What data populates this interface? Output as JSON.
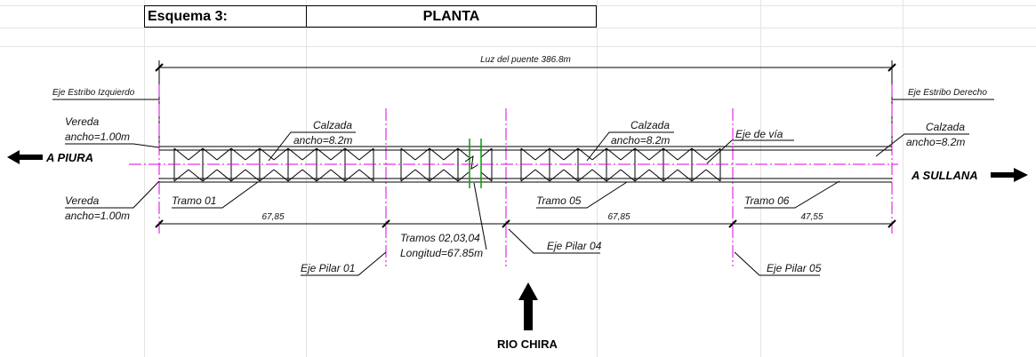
{
  "sheet": {
    "label": "Esquema 3:",
    "title": "PLANTA"
  },
  "drawing": {
    "span_label": "Luz del puente 386.8m",
    "abutment_left": "Eje Estribo Izquierdo",
    "abutment_right": "Eje Estribo Derecho",
    "sidewalk_top_1": "Vereda",
    "sidewalk_top_2": "ancho=1.00m",
    "sidewalk_bottom_1": "Vereda",
    "sidewalk_bottom_2": "ancho=1.00m",
    "deck_1_title": "Calzada",
    "deck_1_width": "ancho=8.2m",
    "deck_2_title": "Calzada",
    "deck_2_width": "ancho=8.2m",
    "deck_3_title": "Calzada",
    "deck_3_width": "ancho=8.2m",
    "road_axis": "Eje de vía",
    "to_left": "A PIURA",
    "to_right": "A SULLANA",
    "span_01": "Tramo 01",
    "span_05": "Tramo 05",
    "span_06": "Tramo 06",
    "dim_1": "67,85",
    "dim_2": "67,85",
    "dim_3": "47,55",
    "middle_spans_1": "Tramos 02,03,04",
    "middle_spans_2": "Longitud=67.85m",
    "pier_01": "Eje Pilar 01",
    "pier_04": "Eje Pilar 04",
    "pier_05": "Eje Pilar 05",
    "river": "RIO CHIRA"
  },
  "colors": {
    "axis": "#e000e0",
    "break": "#00a000",
    "line": "#000000",
    "grid": "#e4e4e4"
  }
}
